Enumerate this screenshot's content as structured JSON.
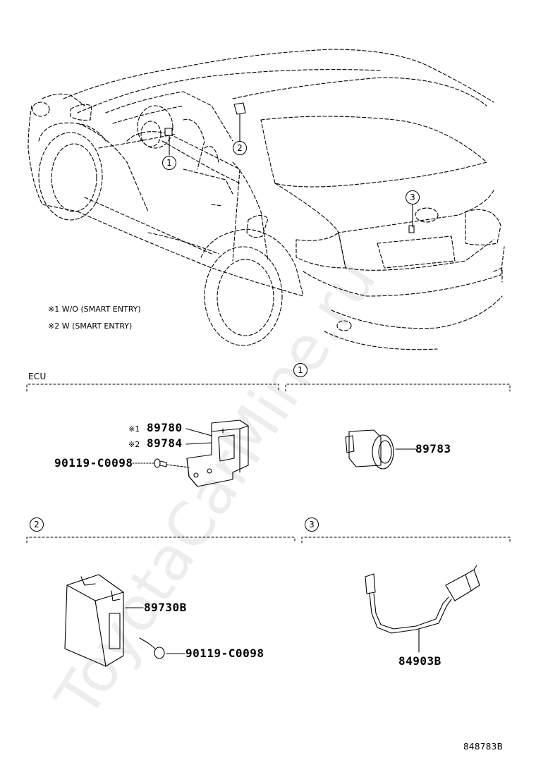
{
  "watermark": "ToyotaCarMine.ru",
  "car_callouts": {
    "c1": "1",
    "c2": "2",
    "c3": "3"
  },
  "notes": {
    "note1": "※1 W/O (SMART ENTRY)",
    "note2": "※2 W (SMART ENTRY)"
  },
  "sections": {
    "ecu": {
      "title": "ECU",
      "mark1": "※1",
      "part1": "89780",
      "mark2": "※2",
      "part2": "89784",
      "bolt": "90119-C0098"
    },
    "s1": {
      "callout": "1",
      "part": "89783"
    },
    "s2": {
      "callout": "2",
      "part": "89730B",
      "bolt": "90119-C0098"
    },
    "s3": {
      "callout": "3",
      "part": "84903B"
    }
  },
  "diagram_code": "848783B"
}
